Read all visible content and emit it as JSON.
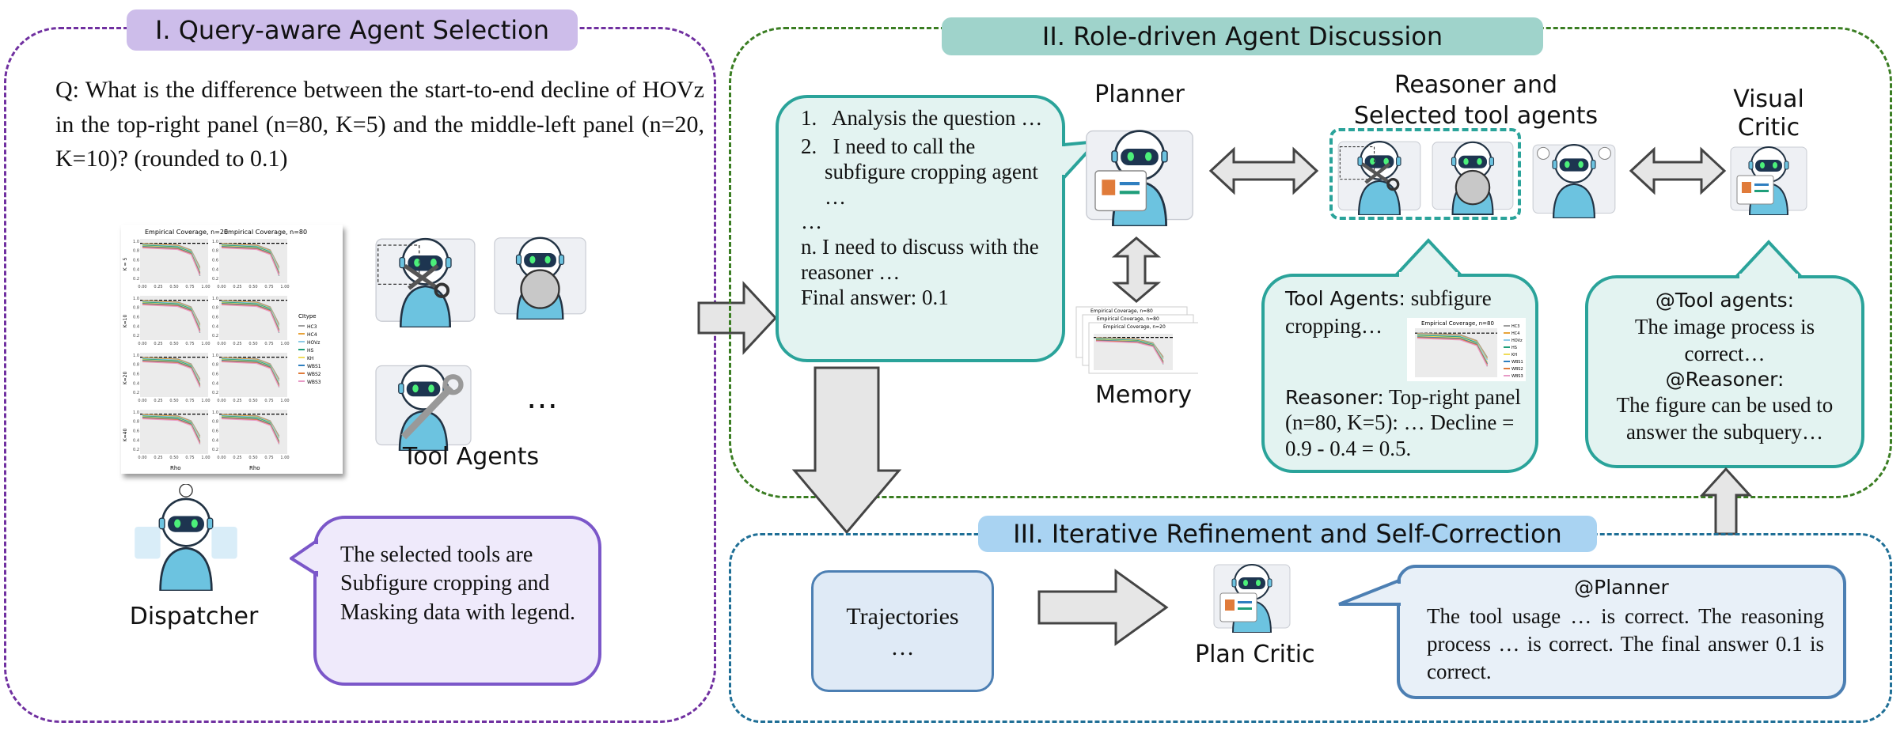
{
  "panel1": {
    "title": "I. Query-aware Agent Selection",
    "question": "Q: What is the difference between the start-to-end decline of HOVz in the top-right panel (n=80, K=5) and the middle-left panel (n=20, K=10)? (rounded to 0.1)",
    "chart": {
      "col_titles": [
        "Empirical Coverage, n=20",
        "Empirical Coverage, n=80"
      ],
      "row_labels": [
        "K = 5",
        "K=10",
        "K=20",
        "K=40"
      ],
      "x_label": "Rho",
      "x_ticks": [
        "0.00",
        "0.25",
        "0.50",
        "0.75",
        "1.00"
      ],
      "y_ticks": [
        "1.0",
        "0.8",
        "0.6",
        "0.4",
        "0.2"
      ],
      "legend_title": "CItype",
      "legend": [
        {
          "name": "HC3",
          "color": "#9e9e9e"
        },
        {
          "name": "HC4",
          "color": "#e8a33a"
        },
        {
          "name": "HOVz",
          "color": "#8ecbe8"
        },
        {
          "name": "HS",
          "color": "#1f9e7a"
        },
        {
          "name": "KH",
          "color": "#f0dc5a"
        },
        {
          "name": "WBS1",
          "color": "#2f7fc0"
        },
        {
          "name": "WBS2",
          "color": "#e07b3a"
        },
        {
          "name": "WBS3",
          "color": "#e79ac6"
        }
      ]
    },
    "tool_agents_label": "Tool Agents",
    "ellipsis": "…",
    "dispatcher_label": "Dispatcher",
    "dispatcher_message": "The selected tools are Subfigure cropping and Masking data with legend."
  },
  "panel2": {
    "title": "II. Role-driven Agent Discussion",
    "planner_label": "Planner",
    "planner_steps": [
      "1.   Analysis the question …",
      "2.   I need to call the subfigure cropping agent …",
      "…",
      "n. I need to discuss with the reasoner …",
      "Final answer: 0.1"
    ],
    "memory_label": "Memory",
    "memory_chart_titles": [
      "Empirical Coverage, n=80",
      "Empirical Coverage, n=80",
      "Empirical Coverage, n=20"
    ],
    "reasoner_label": "Reasoner and Selected tool agents",
    "visual_critic_label": "Visual Critic",
    "tool_agents_prefix": "Tool Agents:",
    "tool_agents_text": "subfigure cropping…",
    "cropped_chart_title": "Empirical Coverage, n=80",
    "reasoner_prefix": "Reasoner:",
    "reasoner_text": "Top-right panel (n=80, K=5): … Decline = 0.9 - 0.4 = 0.5.",
    "critic_to_tools": "@Tool agents:",
    "critic_tools_text": "The image process is correct…",
    "critic_to_reasoner": "@Reasoner:",
    "critic_reasoner_text": "The figure can be used to answer the subquery…"
  },
  "panel3": {
    "title": "III. Iterative Refinement and Self-Correction",
    "trajectories": "Trajectories",
    "trajectories_ellipsis": "…",
    "plan_critic_label": "Plan Critic",
    "to_planner": "@Planner",
    "message": "The tool usage … is correct. The reasoning process … is correct. The final answer 0.1 is correct."
  },
  "colors": {
    "panel1": "#7030a0",
    "panel2": "#3a7d22",
    "panel3": "#1f6f96",
    "pill1": "#cdbdea",
    "pill2": "#9fd3cb",
    "pill3": "#a9d3f2",
    "teal_border": "#2aa39a",
    "teal_fill": "#e3f3f1",
    "purple_border": "#7b57c9",
    "purple_fill": "#efeafb",
    "blue_border": "#4c7fb3",
    "blue_fill": "#e8f0f8",
    "robot": "#6cc3e0"
  }
}
